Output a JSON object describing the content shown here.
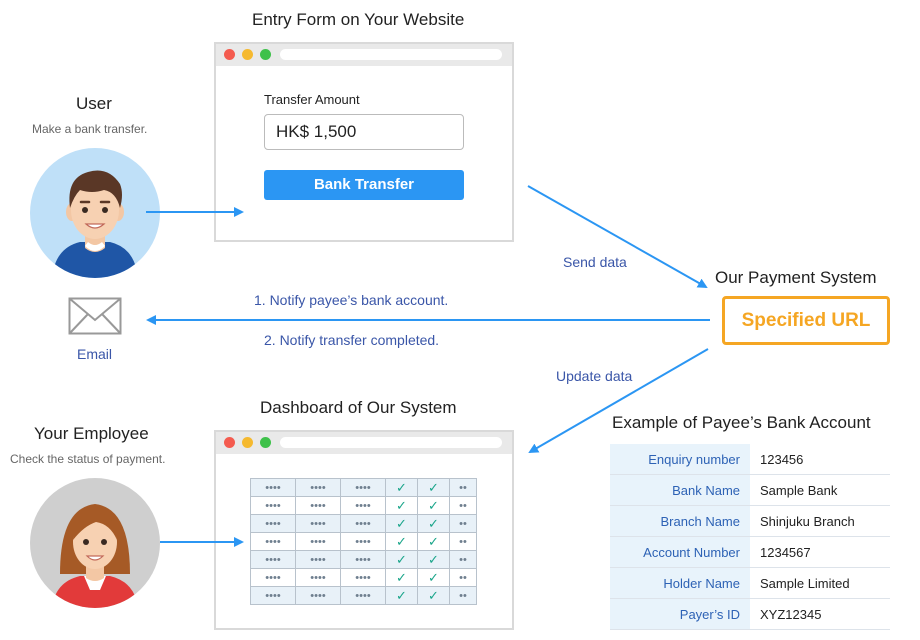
{
  "entry_form": {
    "title": "Entry Form on Your Website",
    "field_label": "Transfer Amount",
    "amount_value": "HK$ 1,500",
    "button_label": "Bank Transfer"
  },
  "user": {
    "title": "User",
    "subtitle": "Make a bank transfer."
  },
  "email": {
    "label": "Email"
  },
  "payment_system": {
    "title": "Our Payment System",
    "box_label": "Specified URL"
  },
  "flows": {
    "send_data": "Send data",
    "notify_1": "1. Notify payee’s bank account.",
    "notify_2": "2. Notify transfer completed.",
    "update_data": "Update data"
  },
  "employee": {
    "title": "Your Employee",
    "subtitle": "Check the status of payment."
  },
  "dashboard": {
    "title": "Dashboard of Our System",
    "rows": 7,
    "cell_text": "••••",
    "short_cell_text": "••",
    "check_mark": "✓"
  },
  "bank_account": {
    "title": "Example of Payee’s Bank Account",
    "rows": [
      {
        "key": "Enquiry number",
        "value": "123456"
      },
      {
        "key": "Bank Name",
        "value": "Sample Bank"
      },
      {
        "key": "Branch Name",
        "value": "Shinjuku Branch"
      },
      {
        "key": "Account Number",
        "value": "1234567"
      },
      {
        "key": "Holder Name",
        "value": "Sample Limited"
      },
      {
        "key": "Payer’s ID",
        "value": "XYZ12345"
      }
    ]
  },
  "colors": {
    "arrow": "#2b96f3",
    "accent_orange": "#f5a623",
    "check_green": "#1aa58a",
    "label_blue": "#3a56a8"
  }
}
